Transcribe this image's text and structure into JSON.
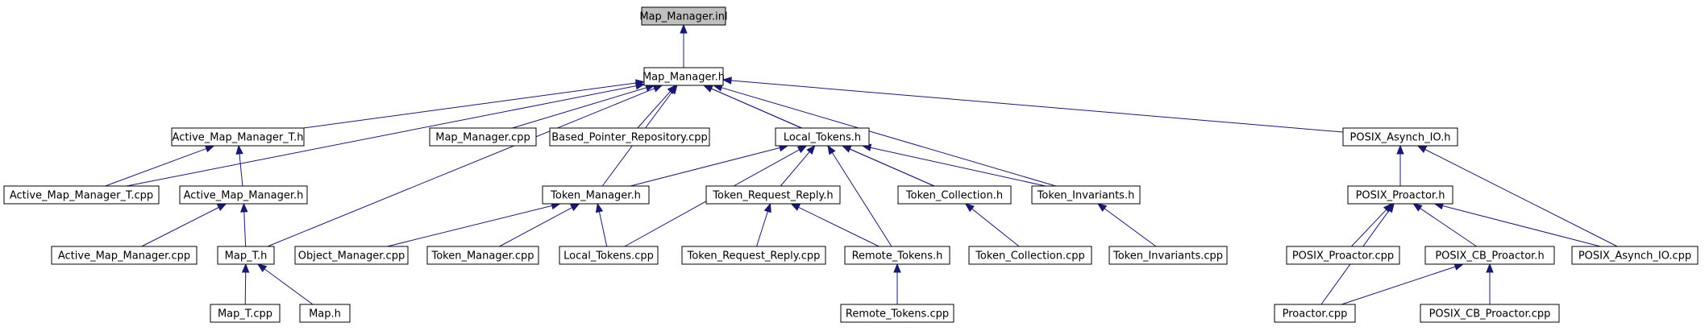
{
  "diagram": {
    "nodes": [
      {
        "id": "map_manager_inl",
        "label": "Map_Manager.inl",
        "root": true
      },
      {
        "id": "map_manager_h",
        "label": "Map_Manager.h"
      },
      {
        "id": "active_map_manager_t_h",
        "label": "Active_Map_Manager_T.h"
      },
      {
        "id": "map_manager_cpp",
        "label": "Map_Manager.cpp"
      },
      {
        "id": "based_pointer_repository_cpp",
        "label": "Based_Pointer_Repository.cpp"
      },
      {
        "id": "local_tokens_h",
        "label": "Local_Tokens.h"
      },
      {
        "id": "posix_asynch_io_h",
        "label": "POSIX_Asynch_IO.h"
      },
      {
        "id": "active_map_manager_t_cpp",
        "label": "Active_Map_Manager_T.cpp"
      },
      {
        "id": "active_map_manager_h",
        "label": "Active_Map_Manager.h"
      },
      {
        "id": "token_manager_h",
        "label": "Token_Manager.h"
      },
      {
        "id": "token_request_reply_h",
        "label": "Token_Request_Reply.h"
      },
      {
        "id": "token_collection_h",
        "label": "Token_Collection.h"
      },
      {
        "id": "token_invariants_h",
        "label": "Token_Invariants.h"
      },
      {
        "id": "posix_proactor_h",
        "label": "POSIX_Proactor.h"
      },
      {
        "id": "active_map_manager_cpp",
        "label": "Active_Map_Manager.cpp"
      },
      {
        "id": "map_t_h",
        "label": "Map_T.h"
      },
      {
        "id": "object_manager_cpp",
        "label": "Object_Manager.cpp"
      },
      {
        "id": "token_manager_cpp",
        "label": "Token_Manager.cpp"
      },
      {
        "id": "local_tokens_cpp",
        "label": "Local_Tokens.cpp"
      },
      {
        "id": "token_request_reply_cpp",
        "label": "Token_Request_Reply.cpp"
      },
      {
        "id": "remote_tokens_h",
        "label": "Remote_Tokens.h"
      },
      {
        "id": "token_collection_cpp",
        "label": "Token_Collection.cpp"
      },
      {
        "id": "token_invariants_cpp",
        "label": "Token_Invariants.cpp"
      },
      {
        "id": "posix_proactor_cpp",
        "label": "POSIX_Proactor.cpp"
      },
      {
        "id": "posix_cb_proactor_h",
        "label": "POSIX_CB_Proactor.h"
      },
      {
        "id": "posix_asynch_io_cpp",
        "label": "POSIX_Asynch_IO.cpp"
      },
      {
        "id": "map_t_cpp",
        "label": "Map_T.cpp"
      },
      {
        "id": "map_h",
        "label": "Map.h"
      },
      {
        "id": "remote_tokens_cpp",
        "label": "Remote_Tokens.cpp"
      },
      {
        "id": "proactor_cpp",
        "label": "Proactor.cpp"
      },
      {
        "id": "posix_cb_proactor_cpp",
        "label": "POSIX_CB_Proactor.cpp"
      }
    ],
    "edges": [
      {
        "from": "map_manager_h",
        "to": "map_manager_inl"
      },
      {
        "from": "active_map_manager_t_h",
        "to": "map_manager_h"
      },
      {
        "from": "map_manager_cpp",
        "to": "map_manager_h"
      },
      {
        "from": "based_pointer_repository_cpp",
        "to": "map_manager_h"
      },
      {
        "from": "local_tokens_h",
        "to": "map_manager_h"
      },
      {
        "from": "posix_asynch_io_h",
        "to": "map_manager_h"
      },
      {
        "from": "active_map_manager_t_cpp",
        "to": "map_manager_h"
      },
      {
        "from": "map_t_h",
        "to": "map_manager_h"
      },
      {
        "from": "token_manager_h",
        "to": "map_manager_h"
      },
      {
        "from": "token_collection_h",
        "to": "map_manager_h"
      },
      {
        "from": "token_invariants_h",
        "to": "map_manager_h"
      },
      {
        "from": "active_map_manager_t_cpp",
        "to": "active_map_manager_t_h"
      },
      {
        "from": "active_map_manager_h",
        "to": "active_map_manager_t_h"
      },
      {
        "from": "active_map_manager_cpp",
        "to": "active_map_manager_h"
      },
      {
        "from": "map_t_h",
        "to": "active_map_manager_h"
      },
      {
        "from": "token_manager_h",
        "to": "local_tokens_h"
      },
      {
        "from": "token_request_reply_h",
        "to": "local_tokens_h"
      },
      {
        "from": "token_collection_h",
        "to": "local_tokens_h"
      },
      {
        "from": "token_invariants_h",
        "to": "local_tokens_h"
      },
      {
        "from": "local_tokens_cpp",
        "to": "local_tokens_h"
      },
      {
        "from": "remote_tokens_h",
        "to": "local_tokens_h"
      },
      {
        "from": "posix_proactor_h",
        "to": "posix_asynch_io_h"
      },
      {
        "from": "posix_asynch_io_cpp",
        "to": "posix_asynch_io_h"
      },
      {
        "from": "object_manager_cpp",
        "to": "token_manager_h"
      },
      {
        "from": "token_manager_cpp",
        "to": "token_manager_h"
      },
      {
        "from": "local_tokens_cpp",
        "to": "token_manager_h"
      },
      {
        "from": "token_request_reply_cpp",
        "to": "token_request_reply_h"
      },
      {
        "from": "remote_tokens_h",
        "to": "token_request_reply_h"
      },
      {
        "from": "token_collection_cpp",
        "to": "token_collection_h"
      },
      {
        "from": "token_invariants_cpp",
        "to": "token_invariants_h"
      },
      {
        "from": "posix_proactor_cpp",
        "to": "posix_proactor_h"
      },
      {
        "from": "posix_cb_proactor_h",
        "to": "posix_proactor_h"
      },
      {
        "from": "posix_asynch_io_cpp",
        "to": "posix_proactor_h"
      },
      {
        "from": "proactor_cpp",
        "to": "posix_proactor_h"
      },
      {
        "from": "map_t_cpp",
        "to": "map_t_h"
      },
      {
        "from": "map_h",
        "to": "map_t_h"
      },
      {
        "from": "remote_tokens_cpp",
        "to": "remote_tokens_h"
      },
      {
        "from": "proactor_cpp",
        "to": "posix_cb_proactor_h"
      },
      {
        "from": "posix_cb_proactor_cpp",
        "to": "posix_cb_proactor_h"
      }
    ]
  },
  "colors": {
    "edge": "#191970",
    "node_border": "#000000",
    "node_fill": "#ffffff",
    "root_fill": "#bfbfbf"
  }
}
